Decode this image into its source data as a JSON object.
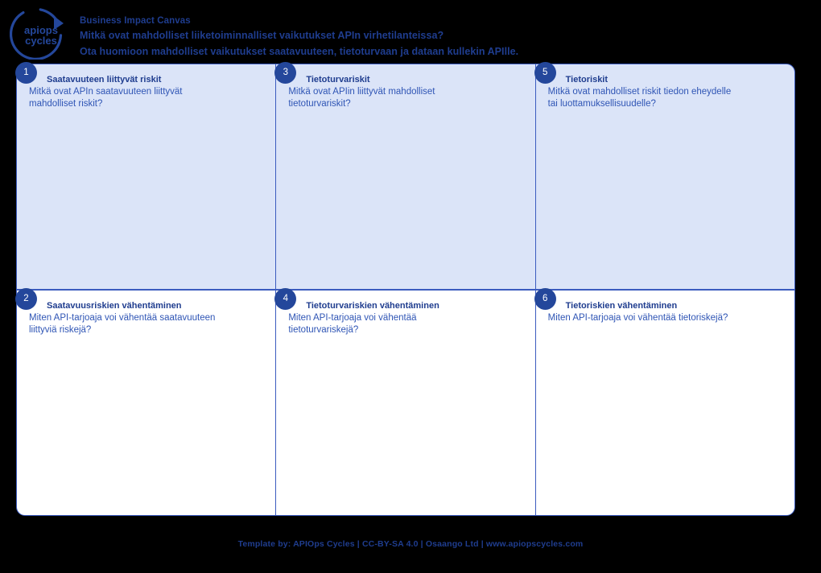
{
  "header": {
    "logo_alt": "apiops cycles",
    "logo_line1": "apiops",
    "logo_line2": "cycles",
    "title": "Business Impact Canvas",
    "subtitle_line1": "Mitkä ovat mahdolliset liiketoiminnalliset vaikutukset APIn virhetilanteissa?",
    "subtitle_line2": "Ota huomioon mahdolliset vaikutukset saatavuuteen, tietoturvaan ja dataan kullekin APIlle."
  },
  "canvas": {
    "top_row": [
      {
        "number": "1",
        "title": "Saatavuuteen liittyvät riskit",
        "description": "Mitkä ovat APIn saatavuuteen liittyvät\nmahdolliset riskit?"
      },
      {
        "number": "3",
        "title": "Tietoturvariskit",
        "description": "Mitkä ovat APIin liittyvät mahdolliset\ntietoturvariskit?"
      },
      {
        "number": "5",
        "title": "Tietoriskit",
        "description": "Mitkä ovat mahdolliset riskit tiedon eheydelle\ntai luottamuksellisuudelle?"
      }
    ],
    "bottom_row": [
      {
        "number": "2",
        "title": "Saatavuusriskien vähentäminen",
        "description": "Miten API-tarjoaja voi vähentää saatavuuteen\nliittyviä riskejä?"
      },
      {
        "number": "4",
        "title": "Tietoturvariskien vähentäminen",
        "description": "Miten API-tarjoaja voi vähentää\ntietoturvariskejä?"
      },
      {
        "number": "6",
        "title": "Tietoriskien vähentäminen",
        "description": "Miten API-tarjoaja voi vähentää tietoriskejä?"
      }
    ]
  },
  "footer": {
    "text": "Template by: APIOps Cycles | CC-BY-SA 4.0 | Osaango Ltd | www.apiopscycles.com"
  },
  "colors": {
    "background": "#000000",
    "brand_blue": "#1f3d8f",
    "badge_blue": "#24479b",
    "card_border": "#3b5bbf",
    "card_fill_top": "#dbe4f8",
    "card_fill_bottom": "#ffffff",
    "body_text": "#2f55b5"
  }
}
